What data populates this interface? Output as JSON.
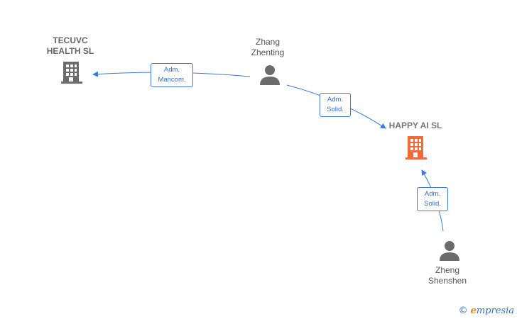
{
  "nodes": {
    "tecuvc": {
      "label": "TECUVC\nHEALTH  SL",
      "type": "company",
      "icon": "building-icon",
      "color": "#666666"
    },
    "happy": {
      "label": "HAPPY AI  SL",
      "type": "company-focus",
      "icon": "building-icon",
      "color": "#f26b3a"
    },
    "zhang": {
      "label": "Zhang\nZhenting",
      "type": "person",
      "icon": "person-icon",
      "color": "#666666"
    },
    "zheng": {
      "label": "Zheng\nShenshen",
      "type": "person",
      "icon": "person-icon",
      "color": "#666666"
    }
  },
  "edges": {
    "zhang_tecuvc": {
      "label": "Adm.\nMancom."
    },
    "zhang_happy": {
      "label": "Adm.\nSolid."
    },
    "zheng_happy": {
      "label": "Adm.\nSolid."
    }
  },
  "brand": {
    "copyright": "©",
    "first_letter": "e",
    "rest": "mpresia"
  },
  "colors": {
    "edge": "#3d7bd6",
    "focus": "#f26b3a",
    "neutral": "#666666"
  }
}
